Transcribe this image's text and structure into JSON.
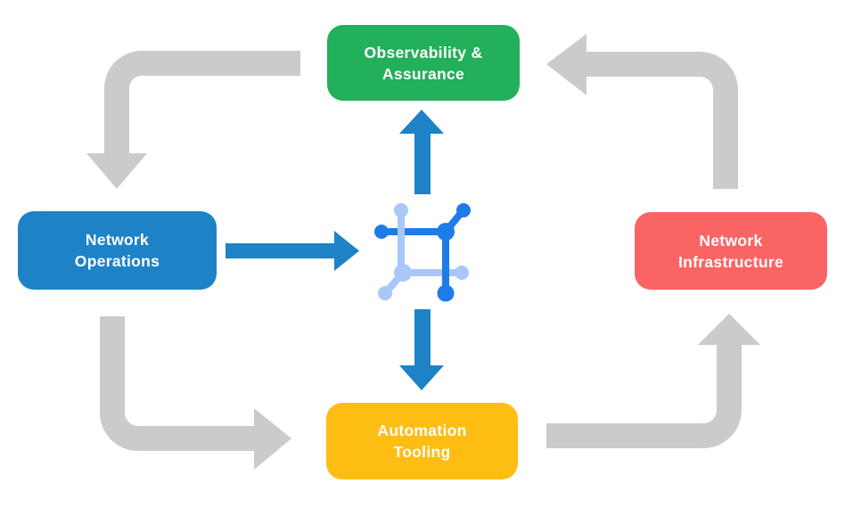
{
  "nodes": {
    "observability": {
      "line1": "Observability &",
      "line2": "Assurance",
      "color": "#22B05A"
    },
    "operations": {
      "line1": "Network",
      "line2": "Operations",
      "color": "#1E82C6"
    },
    "infrastructure": {
      "line1": "Network",
      "line2": "Infrastructure",
      "color": "#FA6464"
    },
    "automation": {
      "line1": "Automation",
      "line2": "Tooling",
      "color": "#FDBD13"
    }
  },
  "colors": {
    "background": "#FFFFFF",
    "flow_arrow_gray": "#CBCBCB",
    "data_arrow_blue": "#1E82C6",
    "icon_dark_blue": "#1E7CE8",
    "icon_light_blue": "#A9C8F9",
    "label_text": "#FFFFFF"
  },
  "icons": {
    "center_icon": "network-mesh-icon"
  }
}
